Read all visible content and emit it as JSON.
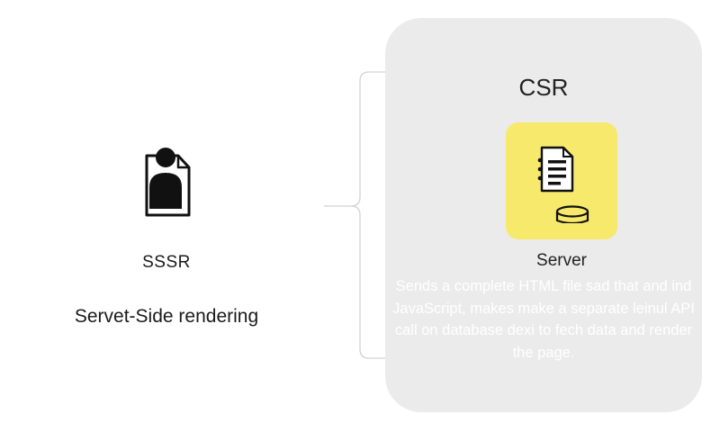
{
  "left": {
    "icon": "user-document-icon",
    "title": "SSSR",
    "subtitle": "Servet-Side rendering"
  },
  "panel": {
    "title": "CSR",
    "server": {
      "icon": "document-database-icon",
      "label": "Server",
      "description": "Sends a complete HTML file sad that and ind JavaScript, makes make a separate leinul API call on database dexi to fech data and render the page.",
      "box_color": "#f7e96b"
    },
    "background_color": "#ebebeb"
  }
}
